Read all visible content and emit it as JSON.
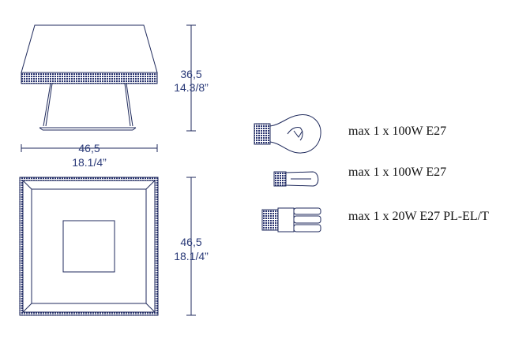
{
  "dimensions": {
    "side_view": {
      "height_metric": "36,5",
      "height_imperial": "14.3/8”",
      "width_metric": "46,5",
      "width_imperial": "18.1/4”"
    },
    "top_view": {
      "size_metric": "46,5",
      "size_imperial": "18.1/4”"
    }
  },
  "bulbs": [
    {
      "icon": "incandescent-bulb-icon",
      "spec": "max 1 x 100W E27"
    },
    {
      "icon": "halogen-bulb-icon",
      "spec": "max 1 x 100W E27"
    },
    {
      "icon": "fluorescent-bulb-icon",
      "spec": "max 1 x 20W E27 PL-EL/T"
    }
  ],
  "colors": {
    "line": "#1f2a5c",
    "text": "#2a3a78"
  }
}
